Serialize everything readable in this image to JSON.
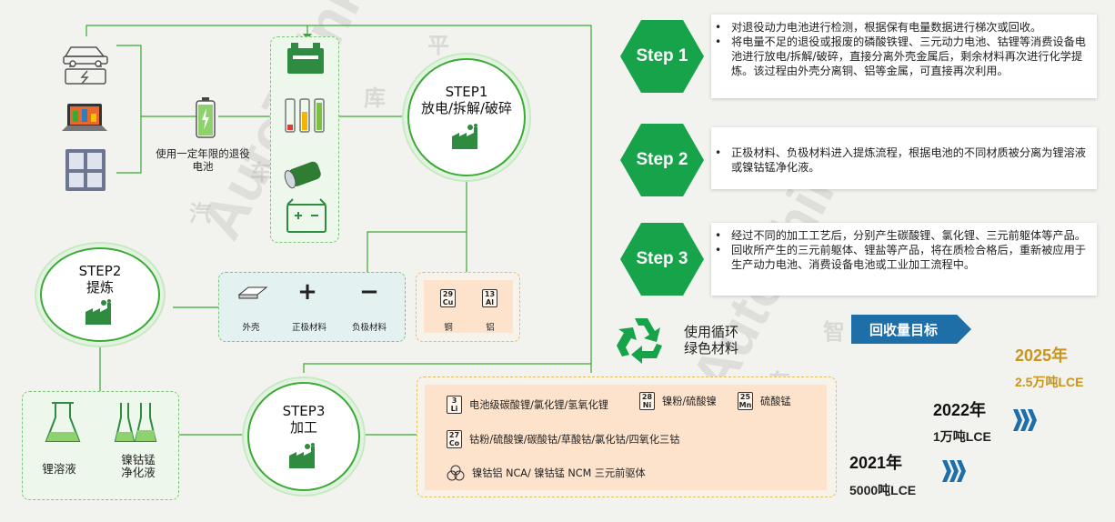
{
  "flow": {
    "retired_battery_label": "使用一定年限的退役电池",
    "step1": {
      "title": "STEP1",
      "subtitle": "放电/拆解/破碎"
    },
    "step2": {
      "title": "STEP2",
      "subtitle": "提炼"
    },
    "step3": {
      "title": "STEP3",
      "subtitle": "加工"
    },
    "materials": [
      {
        "icon": "plate-icon",
        "label": "外壳"
      },
      {
        "icon": "plus-icon",
        "glyph": "+",
        "label": "正极材料"
      },
      {
        "icon": "minus-icon",
        "glyph": "−",
        "label": "负极材料"
      }
    ],
    "metals": [
      {
        "symbol": "Cu",
        "number": "29",
        "label": "铜"
      },
      {
        "symbol": "Al",
        "number": "13",
        "label": "铝"
      }
    ],
    "solutions": [
      {
        "label": "锂溶液"
      },
      {
        "label": "镍钴锰\n净化液"
      }
    ],
    "products": {
      "row1": [
        {
          "symbol": "Li",
          "number": "3",
          "text": "电池级碳酸锂/氯化锂/氢氧化锂"
        },
        {
          "symbol": "Ni",
          "number": "28",
          "text": "镍粉/硫酸镍"
        },
        {
          "symbol": "Mn",
          "number": "25",
          "text": "硫酸锰"
        }
      ],
      "row2": {
        "symbol": "Co",
        "number": "27",
        "text": "钴粉/硫酸镍/碳酸钴/草酸钴/氯化钴/四氧化三钴"
      },
      "row3": {
        "text": "镍钴铝 NCA/ 镍钴锰 NCM 三元前驱体"
      }
    }
  },
  "steps": [
    {
      "label": "Step 1",
      "bullets": [
        "对退役动力电池进行检测，根据保有电量数据进行梯次或回收。",
        "将电量不足的退役或报废的磷酸铁锂、三元动力电池、钴锂等消费设备电池进行放电/拆解/破碎，直接分离外壳金属后，剩余材料再次进行化学提炼。该过程由外壳分离铜、铝等金属，可直接再次利用。"
      ]
    },
    {
      "label": "Step 2",
      "bullets": [
        "正极材料、负极材料进入提炼流程，根据电池的不同材质被分离为锂溶液或镍钴锰净化液。"
      ]
    },
    {
      "label": "Step 3",
      "bullets": [
        "经过不同的加工工艺后，分别产生碳酸锂、氯化锂、三元前躯体等产品。",
        "回收所产生的三元前躯体、锂盐等产品，将在质检合格后，重新被应用于生产动力电池、消费设备电池或工业加工流程中。"
      ]
    }
  ],
  "recycle": {
    "label": "使用循环\n绿色材料"
  },
  "targets": {
    "title": "回收量目标",
    "items": [
      {
        "year": "2021年",
        "amount": "5000吨LCE"
      },
      {
        "year": "2022年",
        "amount": "1万吨LCE"
      },
      {
        "year": "2025年",
        "amount": "2.5万吨LCE"
      }
    ]
  },
  "watermark": {
    "text": "AutoThink",
    "cn1": "汽",
    "cn2": "车",
    "cn3": "库",
    "cn4": "平",
    "cn5": "智"
  },
  "colors": {
    "green": "#17a34a",
    "line": "#3aaa35",
    "blue": "#1e6fa8",
    "gold": "#c8951a",
    "peach": "#fde3cc"
  }
}
